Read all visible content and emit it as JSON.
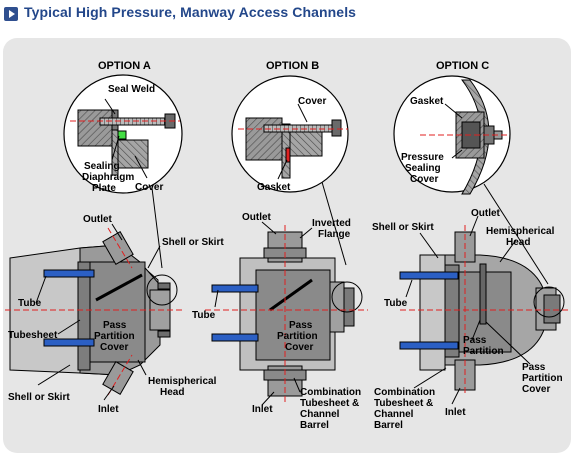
{
  "header": {
    "title": "Typical High Pressure, Manway Access Channels"
  },
  "colors": {
    "title": "#23478a",
    "tube": "#2b5fc4",
    "centerline": "#e02020",
    "metal": "#8c8c8c",
    "dark_metal": "#555555",
    "panel": "#e6e6e6"
  },
  "options": [
    {
      "title": "OPTION A",
      "labels": [
        "Seal Weld",
        "Sealing",
        "Diaphragm",
        "Plate",
        "Cover"
      ]
    },
    {
      "title": "OPTION B",
      "labels": [
        "Cover",
        "Gasket"
      ]
    },
    {
      "title": "OPTION C",
      "labels": [
        "Gasket",
        "Pressure",
        "Sealing",
        "Cover"
      ]
    }
  ],
  "diagram_a": {
    "outlet": "Outlet",
    "shell": "Shell or Skirt",
    "tube": "Tube",
    "tubesheet": "Tubesheet",
    "partition": [
      "Pass",
      "Partition",
      "Cover"
    ],
    "shell2": "Shell or Skirt",
    "inlet": "Inlet",
    "head": [
      "Hemispherical",
      "Head"
    ]
  },
  "diagram_b": {
    "outlet": "Outlet",
    "flange": [
      "Inverted",
      "Flange"
    ],
    "tube": "Tube",
    "partition": [
      "Pass",
      "Partition",
      "Cover"
    ],
    "inlet": "Inlet",
    "combo": [
      "Combination",
      "Tubesheet &",
      "Channel",
      "Barrel"
    ]
  },
  "diagram_c": {
    "shell": "Shell or Skirt",
    "outlet": "Outlet",
    "head": [
      "Hemispherical",
      "Head"
    ],
    "tube": "Tube",
    "partition": [
      "Pass",
      "Partition"
    ],
    "ppcover": [
      "Pass",
      "Partition",
      "Cover"
    ],
    "combo": [
      "Combination",
      "Tubesheet &",
      "Channel",
      "Barrel"
    ],
    "inlet": "Inlet"
  }
}
